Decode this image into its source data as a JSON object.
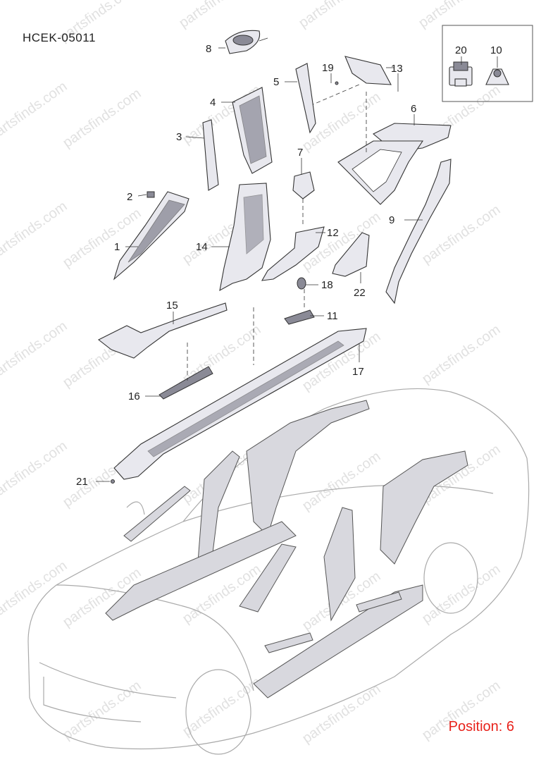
{
  "diagram": {
    "code": "HCEK-05011",
    "position_text": "Position: 6",
    "watermark": "partsfinds.com",
    "callouts": [
      {
        "id": "c8",
        "label": "8"
      },
      {
        "id": "c19",
        "label": "19"
      },
      {
        "id": "c13",
        "label": "13"
      },
      {
        "id": "c20",
        "label": "20"
      },
      {
        "id": "c10",
        "label": "10"
      },
      {
        "id": "c5",
        "label": "5"
      },
      {
        "id": "c4",
        "label": "4"
      },
      {
        "id": "c6",
        "label": "6"
      },
      {
        "id": "c3",
        "label": "3"
      },
      {
        "id": "c7",
        "label": "7"
      },
      {
        "id": "c2",
        "label": "2"
      },
      {
        "id": "c9",
        "label": "9"
      },
      {
        "id": "c12",
        "label": "12"
      },
      {
        "id": "c1",
        "label": "1"
      },
      {
        "id": "c14",
        "label": "14"
      },
      {
        "id": "c18",
        "label": "18"
      },
      {
        "id": "c22",
        "label": "22"
      },
      {
        "id": "c15",
        "label": "15"
      },
      {
        "id": "c11",
        "label": "11"
      },
      {
        "id": "c17",
        "label": "17"
      },
      {
        "id": "c16",
        "label": "16"
      },
      {
        "id": "c21",
        "label": "21"
      }
    ],
    "colors": {
      "position": "#e8221b",
      "watermark": "#c9c9c9"
    }
  }
}
